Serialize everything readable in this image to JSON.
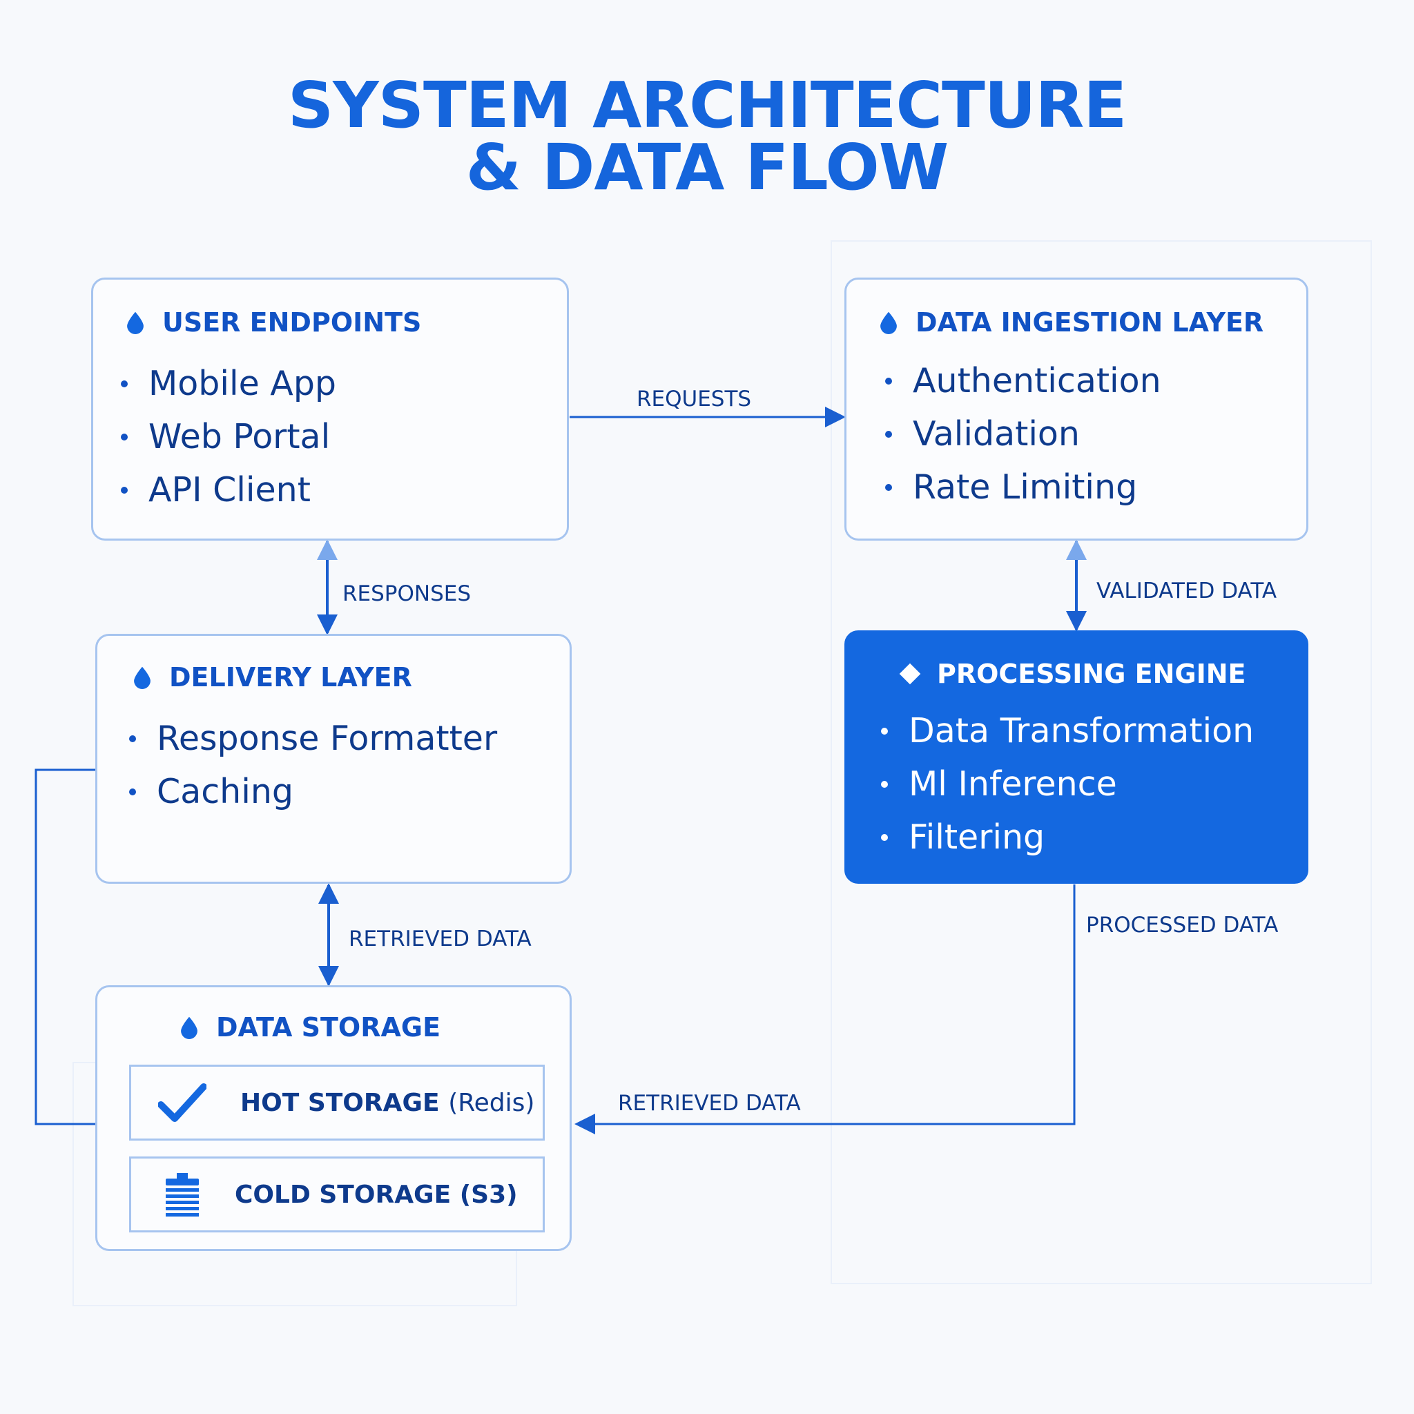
{
  "title": {
    "line1": "SYSTEM ARCHITECTURE",
    "line2": "& DATA FLOW"
  },
  "colors": {
    "accent": "#1565dc",
    "dark_box": "#1468e0",
    "border": "#a6c4ef",
    "text": "#0e3a8c",
    "line": "#1a5fd0"
  },
  "boxes": {
    "user_endpoints": {
      "title": "USER ENDPOINTS",
      "icon": "drop-icon",
      "items": [
        "Mobile App",
        "Web Portal",
        "API Client"
      ]
    },
    "ingestion": {
      "title": "DATA INGESTION LAYER",
      "icon": "drop-icon",
      "items": [
        "Authentication",
        "Validation",
        "Rate Limiting"
      ]
    },
    "delivery": {
      "title": "DELIVERY LAYER",
      "icon": "drop-icon",
      "items": [
        "Response Formatter",
        "Caching"
      ]
    },
    "processing": {
      "title": "PROCESSING ENGINE",
      "icon": "diamond-icon",
      "items": [
        "Data Transformation",
        "Ml Inference",
        "Filtering"
      ]
    },
    "storage": {
      "title": "DATA STORAGE",
      "icon": "drop-icon",
      "hot": {
        "label": "HOT STORAGE",
        "detail": "(Redis)",
        "icon": "checkmark-icon"
      },
      "cold": {
        "label": "COLD STORAGE (S3)",
        "icon": "database-icon"
      }
    }
  },
  "flows": {
    "requests": "REQUESTS",
    "responses": "RESPONSES",
    "validated": "VALIDATED DATA",
    "retrieved_vertical": "RETRIEVED DATA",
    "processed": "PROCESSED DATA",
    "retrieved_horizontal": "RETRIEVED DATA"
  }
}
